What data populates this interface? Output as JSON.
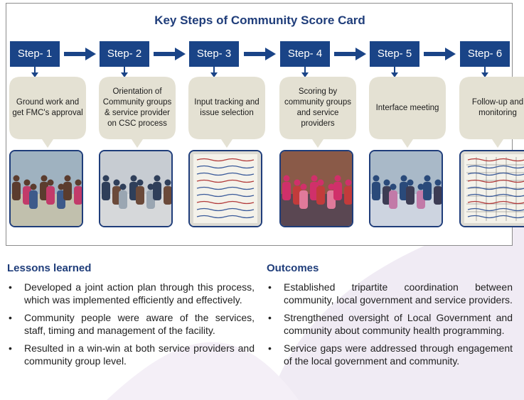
{
  "title": "Key Steps of Community Score Card",
  "steps": [
    {
      "label": "Step- 1",
      "text": "Ground work and get FMC's approval",
      "photo_icon": "group-photo"
    },
    {
      "label": "Step- 2",
      "text": "Orientation of Community groups & service provider on CSC process",
      "photo_icon": "meeting-photo"
    },
    {
      "label": "Step- 3",
      "text": "Input tracking and issue selection",
      "photo_icon": "handwritten-chart-photo"
    },
    {
      "label": "Step- 4",
      "text": "Scoring by community groups and service providers",
      "photo_icon": "scoring-photo"
    },
    {
      "label": "Step- 5",
      "text": "Interface meeting",
      "photo_icon": "interface-meeting-photo"
    },
    {
      "label": "Step- 6",
      "text": "Follow-up and monitoring",
      "photo_icon": "scorecard-table-photo"
    }
  ],
  "lessons": {
    "title": "Lessons learned",
    "items": [
      "Developed a joint action plan through this process, which was implemented efficiently and effectively.",
      "Community people were aware of the services, staff, timing and management of the facility.",
      "Resulted in a win-win at both service providers and community group level."
    ]
  },
  "outcomes": {
    "title": "Outcomes",
    "items": [
      "Established tripartite coordination between community, local government and service providers.",
      "Strengthened oversight of Local Government and community about community health programming.",
      "Service gaps were addressed through engagement of the local government and community."
    ]
  },
  "colors": {
    "step_blue": "#1a4487",
    "bubble": "#e4e1d3",
    "title_blue": "#1f3d7a",
    "swoosh": "#efe9f3"
  }
}
